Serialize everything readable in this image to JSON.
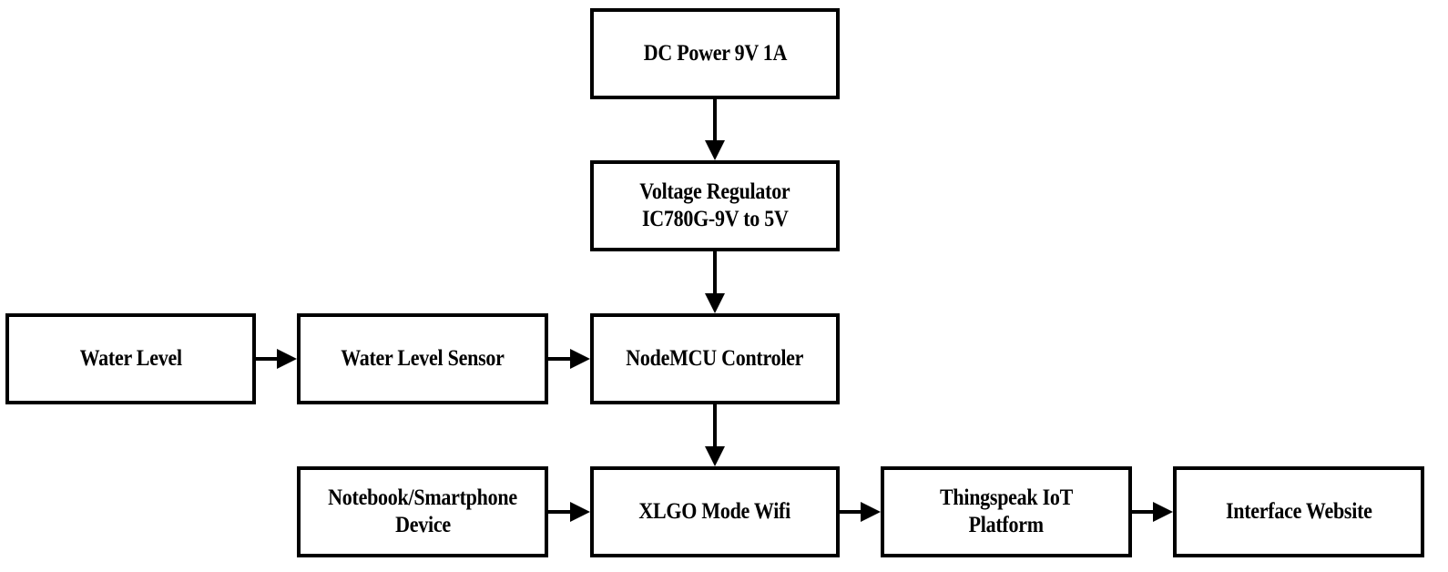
{
  "diagram": {
    "type": "block-diagram",
    "colors": {
      "stroke": "#000000",
      "fill": "#ffffff",
      "text": "#000000"
    },
    "nodes": [
      {
        "id": "dc_power",
        "lines": [
          "DC Power 9V 1A"
        ]
      },
      {
        "id": "voltage_regulator",
        "lines": [
          "Voltage Regulator",
          "IC780G-9V to 5V"
        ]
      },
      {
        "id": "water_level",
        "lines": [
          "Water Level"
        ]
      },
      {
        "id": "water_level_sensor",
        "lines": [
          "Water Level Sensor"
        ]
      },
      {
        "id": "nodemcu",
        "lines": [
          "NodeMCU Controler"
        ]
      },
      {
        "id": "notebook",
        "lines": [
          "Notebook/Smartphone",
          "Device"
        ]
      },
      {
        "id": "wifi",
        "lines": [
          "XLGO Mode Wifi"
        ]
      },
      {
        "id": "thingspeak",
        "lines": [
          "Thingspeak IoT",
          "Platform"
        ]
      },
      {
        "id": "interface",
        "lines": [
          "Interface Website"
        ]
      }
    ],
    "edges": [
      {
        "from": "dc_power",
        "to": "voltage_regulator"
      },
      {
        "from": "voltage_regulator",
        "to": "nodemcu"
      },
      {
        "from": "water_level",
        "to": "water_level_sensor"
      },
      {
        "from": "water_level_sensor",
        "to": "nodemcu"
      },
      {
        "from": "nodemcu",
        "to": "wifi"
      },
      {
        "from": "notebook",
        "to": "wifi"
      },
      {
        "from": "wifi",
        "to": "thingspeak"
      },
      {
        "from": "thingspeak",
        "to": "interface"
      }
    ]
  }
}
